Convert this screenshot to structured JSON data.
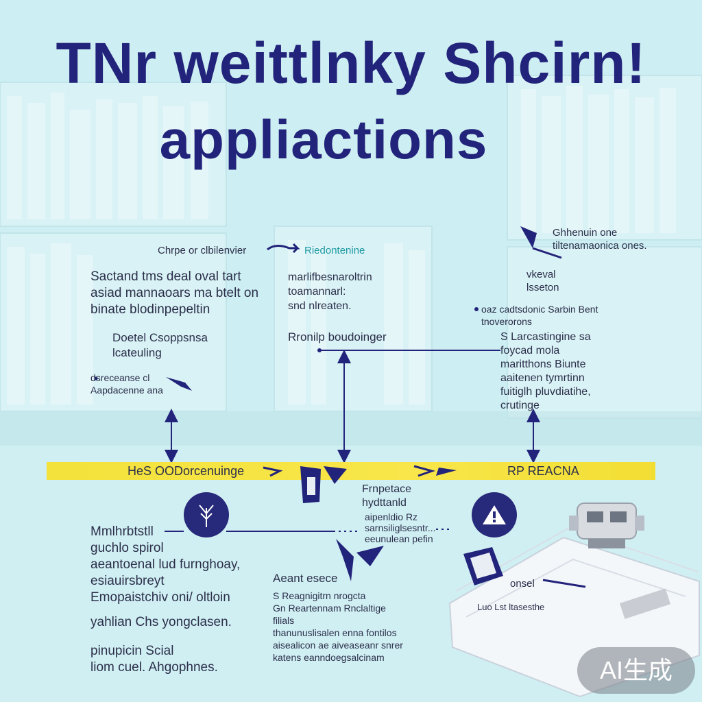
{
  "title": {
    "line1": "TNr weittlnky Shcirn!",
    "line2": "appliactions"
  },
  "top_flow": {
    "left_label": "Chrpe or clbilenvier",
    "right_label": "Riedontenine"
  },
  "top_right_note": "Ghhenuin one\ntiltenamaonica ones.",
  "pointer_note": "vkeval\nlsseton",
  "blocks": {
    "left_para": "Sactand tms deal oval tart\nasiad mannaoars ma btelt on\nbinate blodinpepeltin",
    "left_sub": "Doetel Csoppsnsa\nlcateuling",
    "left_note": "dsreceanse cl\nAapdacenne ana",
    "center_para": "marlifbesnaroltrin\ntoamannarl:\nsnd nlreaten.",
    "center_label": "Rronilp boudoinger",
    "right_head": "oaz cadtsdonic Sarbin Bent\ntnoverorons",
    "right_para": "S Larcastingine sa\nfoycad mola\nmaritthons Biunte\naaitenen tymrtinn\nfuitiglh pluvdiatihe,\ncrutinge"
  },
  "banner": {
    "left": "HeS OODorcenuinge",
    "right": "RP REACNA"
  },
  "lower": {
    "left_label": "Mmlhrbtstll\nguchlo spirol",
    "left_para": "aeantoenal lud furnghoay,\nesiauirsbreyt\nEmopaistchiv oni/ oltloin",
    "left_line": "yahlian Chs yongclasen.",
    "left_foot": "pinupicin Scial\nliom cuel. Ahgophnes.",
    "center_top": "Frnpetace\nhydttanld",
    "center_sub": "aipenldio Rz\nsarnsiliglsesntr...\neeunulean pefin",
    "center_mid": "Aeant esece",
    "center_para": "S Reagnigitrn nrogcta\nGn Reartennam Rnclaltige\nfilials\nthanunuslisalen enna fontilos\naisealicon ae aiveaseanr snrer\nkatens eanndoegsalcinam",
    "right_label": "onsel",
    "right_foot": "Luo Lst ltasesthe"
  },
  "watermark": "AI生成",
  "colors": {
    "navy": "#22237a",
    "banner_yellow": "#f5e23e",
    "background": "#cdeef2"
  },
  "icons": [
    "hand-arrow-icon",
    "tree-emblem-icon",
    "warning-triangle-icon",
    "document-icon",
    "bird-arrow-icon",
    "robot-machine-icon"
  ]
}
